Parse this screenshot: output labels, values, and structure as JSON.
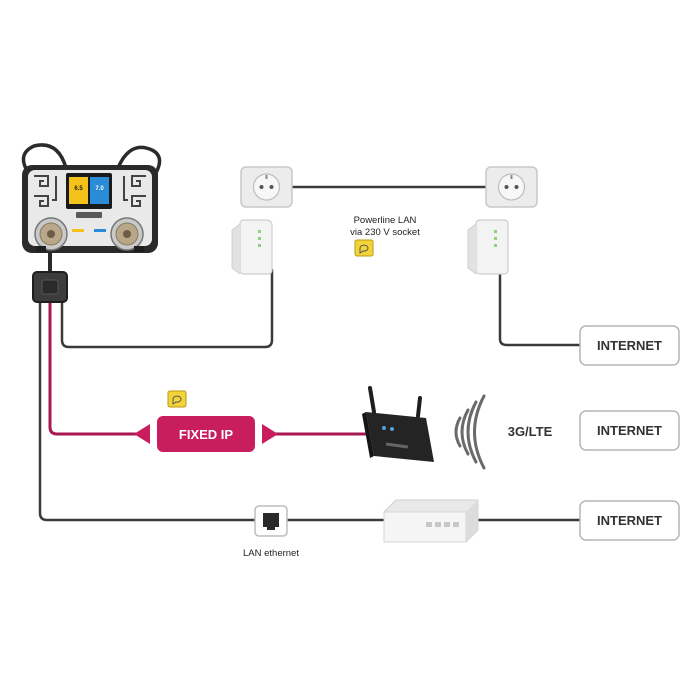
{
  "diagram": {
    "powerline": {
      "line1": "Powerline LAN",
      "line2": "via 230 V socket"
    },
    "fixed_ip": "FIXED IP",
    "lte_label": "3G/LTE",
    "lan_label": "LAN ethernet",
    "internet_boxes": [
      "INTERNET",
      "INTERNET",
      "INTERNET"
    ],
    "controller_screen": {
      "value1": "6.5",
      "value2": "7.0"
    }
  },
  "colors": {
    "cable": "#3a3a3a",
    "fixed_ip": "#c81d5f",
    "fixed_ip_cable": "#a8174f",
    "chat_icon": "#f2d43a",
    "box_border": "#b5b5b5"
  }
}
